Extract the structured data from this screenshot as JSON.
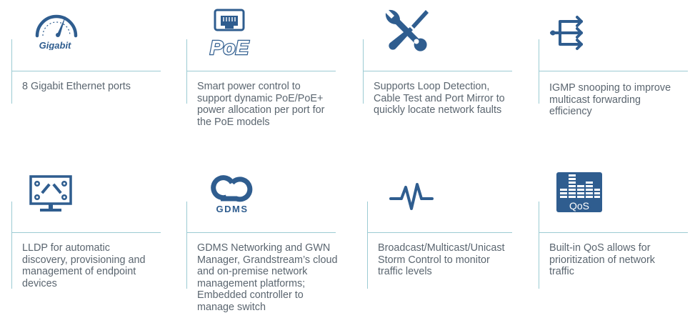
{
  "accent": "#2f5d8f",
  "rule": "#9ccbd3",
  "features": [
    {
      "icon": "gigabit-speedometer-icon",
      "badge": "Gigabit",
      "lines": [
        "8 Gigabit Ethernet ports"
      ]
    },
    {
      "icon": "poe-port-icon",
      "badge": "PoE",
      "lines": [
        "Smart power control to",
        "support dynamic PoE/PoE+",
        "power allocation per port for",
        "the PoE models"
      ]
    },
    {
      "icon": "wrench-screwdriver-icon",
      "lines": [
        "Supports Loop Detection,",
        "Cable Test and Port Mirror to",
        "quickly locate network faults"
      ]
    },
    {
      "icon": "multicast-arrows-icon",
      "lines": [
        "IGMP snooping to improve",
        "multicast forwarding",
        "efficiency"
      ]
    },
    {
      "icon": "lldp-monitor-tools-icon",
      "lines": [
        "LLDP for automatic",
        "discovery, provisioning and",
        "management of endpoint",
        "devices"
      ]
    },
    {
      "icon": "gdms-cloud-logo-icon",
      "badge": "GDMS",
      "lines": [
        "GDMS Networking and GWN",
        "Manager, Grandstream’s cloud",
        "and on-premise network",
        "management platforms;",
        "Embedded controller to",
        "manage switch"
      ]
    },
    {
      "icon": "traffic-pulse-icon",
      "lines": [
        "Broadcast/Multicast/Unicast",
        "Storm Control to monitor",
        "traffic levels"
      ]
    },
    {
      "icon": "qos-equalizer-icon",
      "badge": "QoS",
      "lines": [
        "Built-in QoS allows for",
        "prioritization of network",
        "traffic"
      ]
    }
  ]
}
